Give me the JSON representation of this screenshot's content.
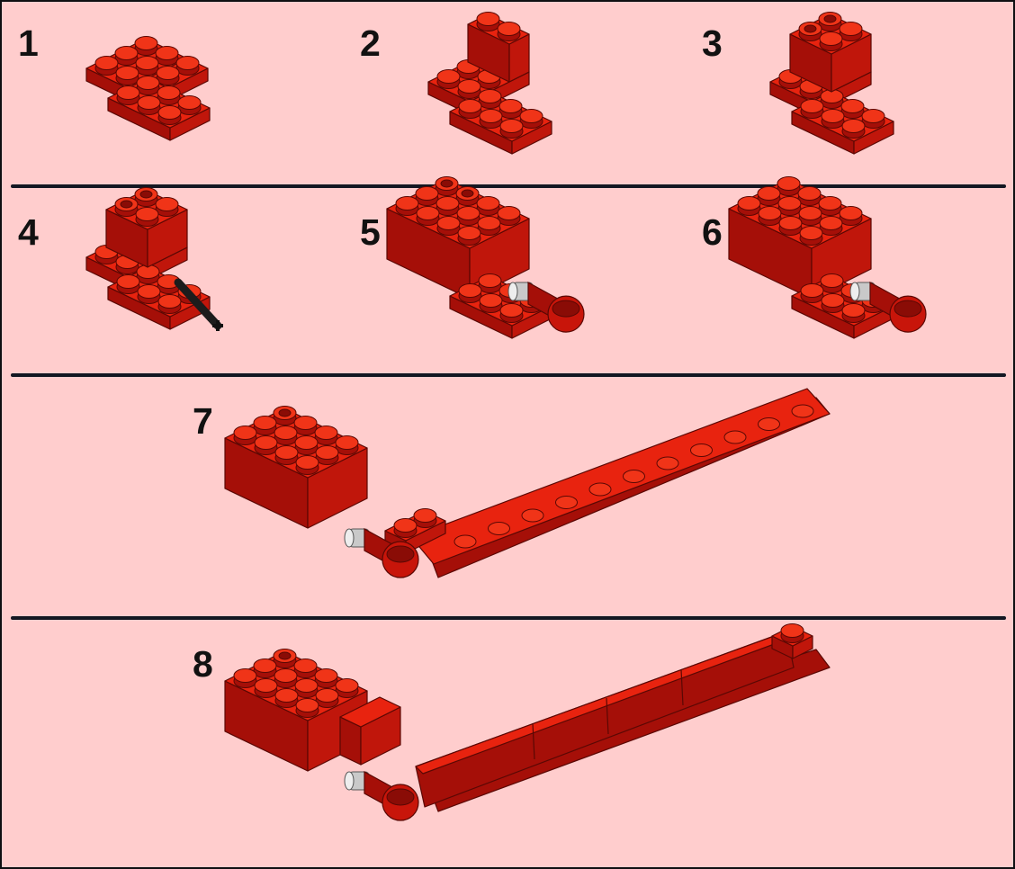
{
  "instructions": {
    "brick_color": "#d91a0d",
    "brick_top_color": "#e8230f",
    "brick_side_color": "#a50f08",
    "background_color": "#ffcdcd",
    "steps": [
      {
        "number": "1"
      },
      {
        "number": "2"
      },
      {
        "number": "3"
      },
      {
        "number": "4"
      },
      {
        "number": "5"
      },
      {
        "number": "6"
      },
      {
        "number": "7"
      },
      {
        "number": "8"
      }
    ]
  }
}
